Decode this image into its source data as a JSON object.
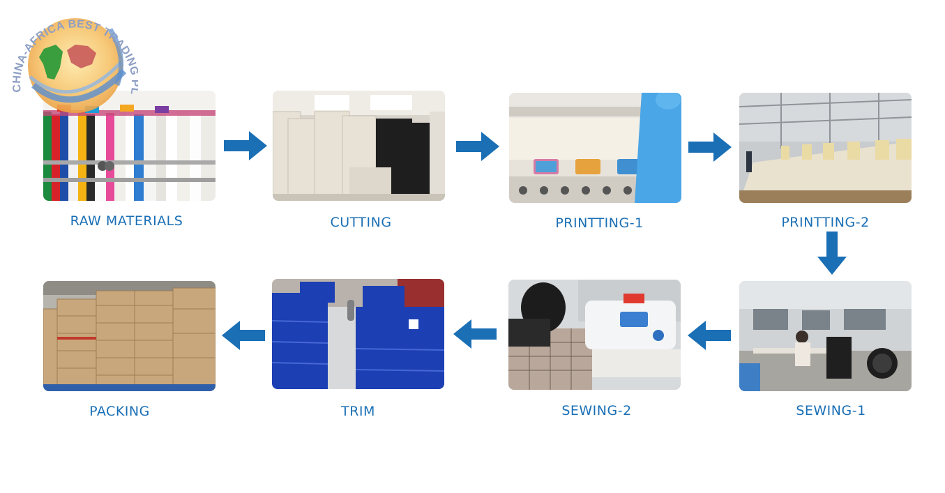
{
  "logo": {
    "text": "CHINA-AFRICA BEST TRADING PLATFORM"
  },
  "steps": [
    {
      "label": "RAW MATERIALS"
    },
    {
      "label": "CUTTING"
    },
    {
      "label": "PRINTTING-1"
    },
    {
      "label": "PRINTTING-2"
    },
    {
      "label": "SEWING-1"
    },
    {
      "label": "SEWING-2"
    },
    {
      "label": "TRIM"
    },
    {
      "label": "PACKING"
    }
  ],
  "colors": {
    "label": "#1a6fb5",
    "arrow": "#1a6fb5"
  }
}
